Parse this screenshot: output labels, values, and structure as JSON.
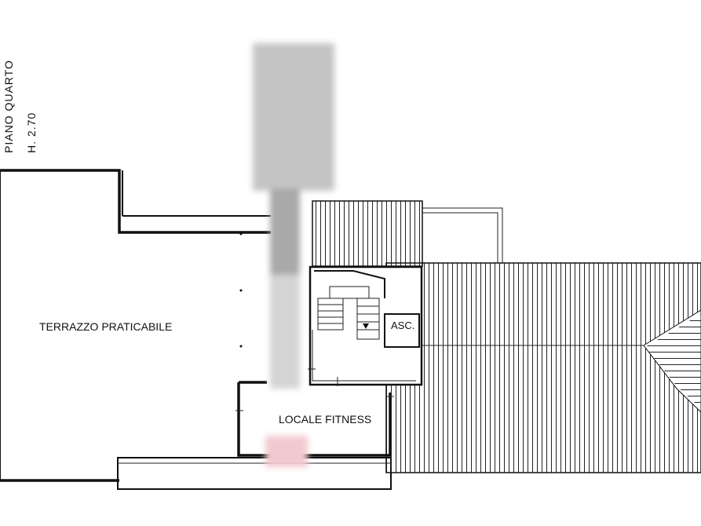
{
  "header": {
    "floor_name": "PIANO QUARTO",
    "height_label": "H. 2.70"
  },
  "rooms": {
    "terrace": "TERRAZZO PRATICABILE",
    "fitness": "LOCALE FITNESS",
    "elevator": "ASC."
  },
  "colors": {
    "line": "#111111",
    "blur_gray": "#bdbdbd",
    "blur_red": "#f2c9d0",
    "background": "#ffffff"
  }
}
